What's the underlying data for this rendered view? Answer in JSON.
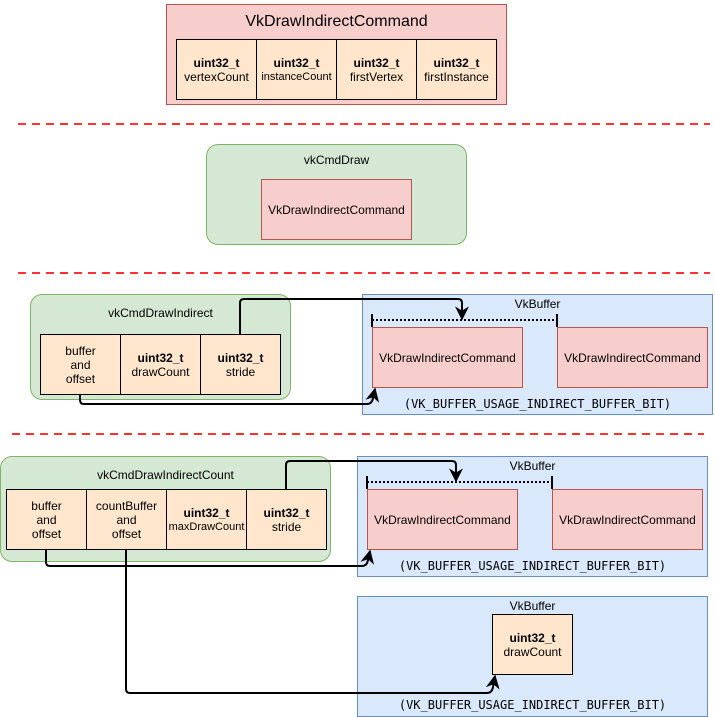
{
  "struct": {
    "title": "VkDrawIndirectCommand",
    "fields": [
      {
        "type": "uint32_t",
        "name": "vertexCount"
      },
      {
        "type": "uint32_t",
        "name": "instanceCount"
      },
      {
        "type": "uint32_t",
        "name": "firstVertex"
      },
      {
        "type": "uint32_t",
        "name": "firstInstance"
      }
    ]
  },
  "draw": {
    "title": "vkCmdDraw",
    "inner": "VkDrawIndirectCommand"
  },
  "indirect": {
    "title": "vkCmdDrawIndirect",
    "param_buffer": [
      "buffer",
      "and",
      "offset"
    ],
    "param_drawcount": {
      "type": "uint32_t",
      "name": "drawCount"
    },
    "param_stride": {
      "type": "uint32_t",
      "name": "stride"
    },
    "buffer": {
      "title": "VkBuffer",
      "cmd1": "VkDrawIndirectCommand",
      "cmd2": "VkDrawIndirectCommand",
      "usage": "(VK_BUFFER_USAGE_INDIRECT_BUFFER_BIT)"
    }
  },
  "indirect_count": {
    "title": "vkCmdDrawIndirectCount",
    "param_buffer": [
      "buffer",
      "and",
      "offset"
    ],
    "param_countbuffer": [
      "countBuffer",
      "and",
      "offset"
    ],
    "param_maxdraw": {
      "type": "uint32_t",
      "name": "maxDrawCount"
    },
    "param_stride": {
      "type": "uint32_t",
      "name": "stride"
    },
    "buffer": {
      "title": "VkBuffer",
      "cmd1": "VkDrawIndirectCommand",
      "cmd2": "VkDrawIndirectCommand",
      "usage": "(VK_BUFFER_USAGE_INDIRECT_BUFFER_BIT)"
    },
    "count_buffer": {
      "title": "VkBuffer",
      "field": {
        "type": "uint32_t",
        "name": "drawCount"
      },
      "usage": "(VK_BUFFER_USAGE_INDIRECT_BUFFER_BIT)"
    }
  },
  "colors": {
    "separator": "#ff3333",
    "red_fill": "#f8cecc",
    "green_fill": "#d5e8d4",
    "blue_fill": "#dae8fc",
    "field_fill": "#ffe6cc"
  }
}
